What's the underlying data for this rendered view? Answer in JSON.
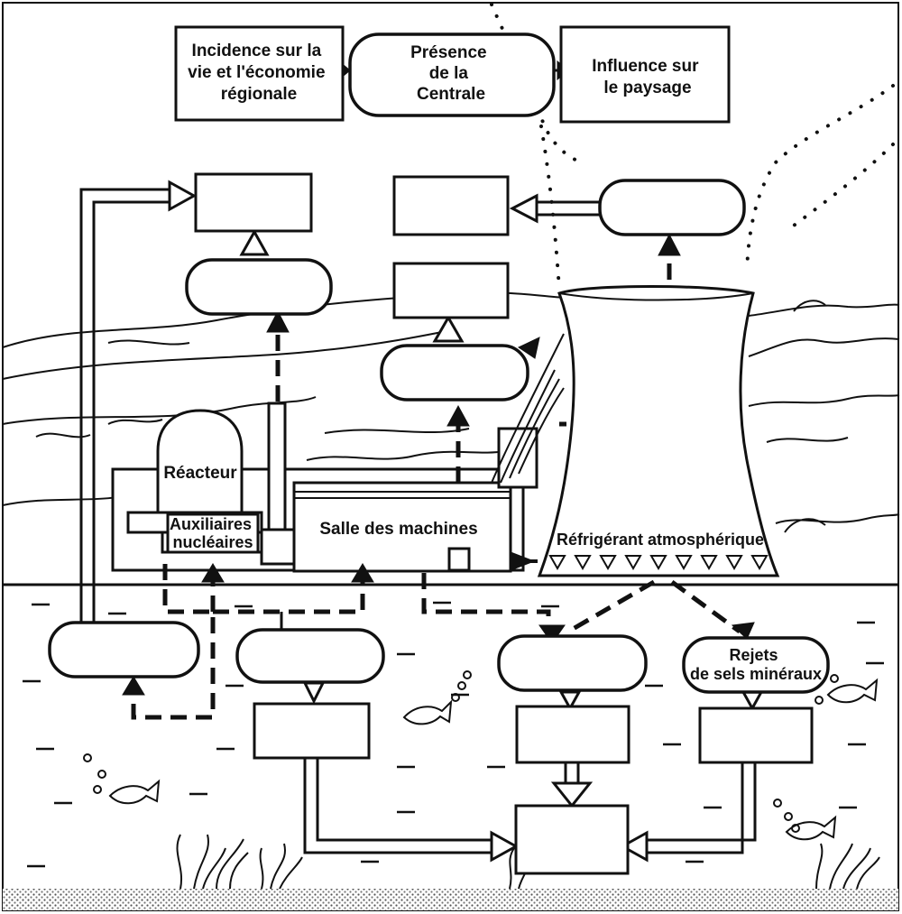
{
  "top_boxes": {
    "left": [
      "Incidence sur la",
      "vie et l'économie",
      "régionale"
    ],
    "center": [
      "Présence",
      "de la",
      "Centrale"
    ],
    "right": [
      "Influence sur",
      "le paysage"
    ]
  },
  "plant": {
    "reactor": "Réacteur",
    "auxiliaries": [
      "Auxiliaires",
      "nucléaires"
    ],
    "machine_hall": "Salle des machines",
    "cooling_tower": "Réfrigérant atmosphérique"
  },
  "water": {
    "mineral_salts": [
      "Rejets",
      "de sels minéraux"
    ]
  }
}
